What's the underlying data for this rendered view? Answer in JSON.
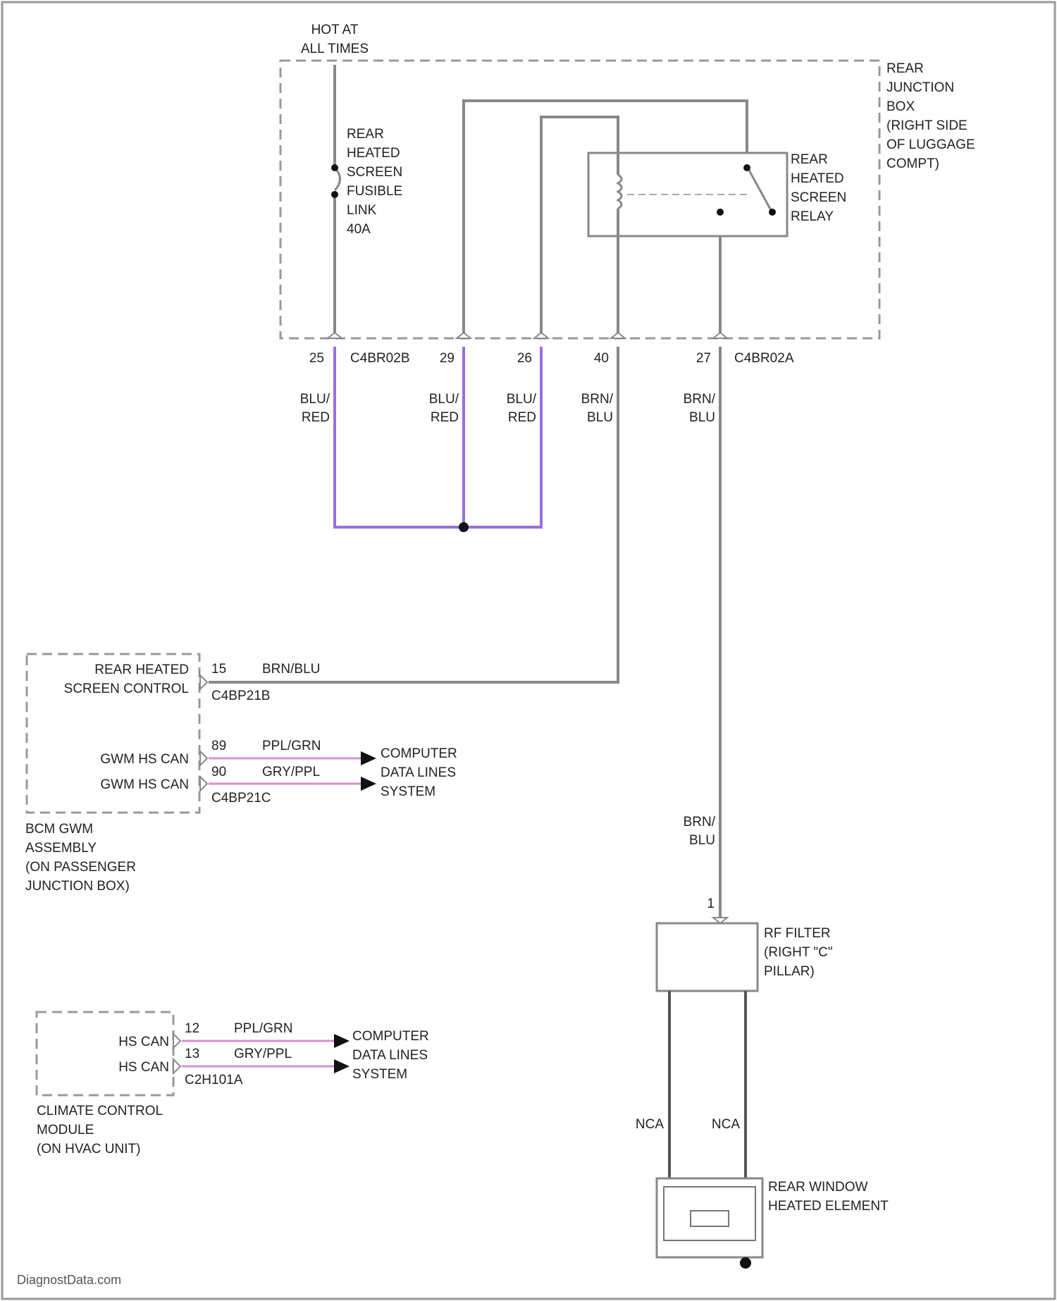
{
  "power_source": {
    "line1": "HOT AT",
    "line2": "ALL TIMES"
  },
  "rear_junction_box": {
    "label": [
      "REAR",
      "JUNCTION",
      "BOX",
      "(RIGHT SIDE",
      "OF LUGGAGE",
      "COMPT)"
    ]
  },
  "fusible_link": {
    "label": [
      "REAR",
      "HEATED",
      "SCREEN",
      "FUSIBLE",
      "LINK",
      "40A"
    ]
  },
  "relay": {
    "label": [
      "REAR",
      "HEATED",
      "SCREEN",
      "RELAY"
    ]
  },
  "junction_connectors": {
    "left": "C4BR02B",
    "right": "C4BR02A",
    "pins": [
      "25",
      "29",
      "26",
      "40",
      "27"
    ]
  },
  "wire_colors": {
    "blu_red": [
      "BLU/",
      "RED"
    ],
    "brn_blu": [
      "BRN/",
      "BLU"
    ],
    "brn_blu_single": "BRN/BLU",
    "ppl_grn": "PPL/GRN",
    "gry_ppl": "GRY/PPL",
    "nca": "NCA"
  },
  "bcm": {
    "pin_labels": [
      "REAR HEATED",
      "SCREEN CONTROL",
      "GWM HS CAN",
      "GWM HS CAN"
    ],
    "pins": [
      "15",
      "89",
      "90"
    ],
    "connectors": [
      "C4BP21B",
      "C4BP21C"
    ],
    "label": [
      "BCM GWM",
      "ASSEMBLY",
      "(ON PASSENGER",
      "JUNCTION BOX)"
    ]
  },
  "climate_module": {
    "pin_labels": [
      "HS CAN",
      "HS CAN"
    ],
    "pins": [
      "12",
      "13"
    ],
    "connector": "C2H101A",
    "label": [
      "CLIMATE CONTROL",
      "MODULE",
      "(ON HVAC UNIT)"
    ]
  },
  "data_lines": {
    "label": [
      "COMPUTER",
      "DATA LINES",
      "SYSTEM"
    ]
  },
  "rf_filter": {
    "pin": "1",
    "label": [
      "RF FILTER",
      "(RIGHT \"C\"",
      "PILLAR)"
    ]
  },
  "heated_element": {
    "label": [
      "REAR WINDOW",
      "HEATED ELEMENT"
    ]
  },
  "watermark": "DiagnostData.com"
}
